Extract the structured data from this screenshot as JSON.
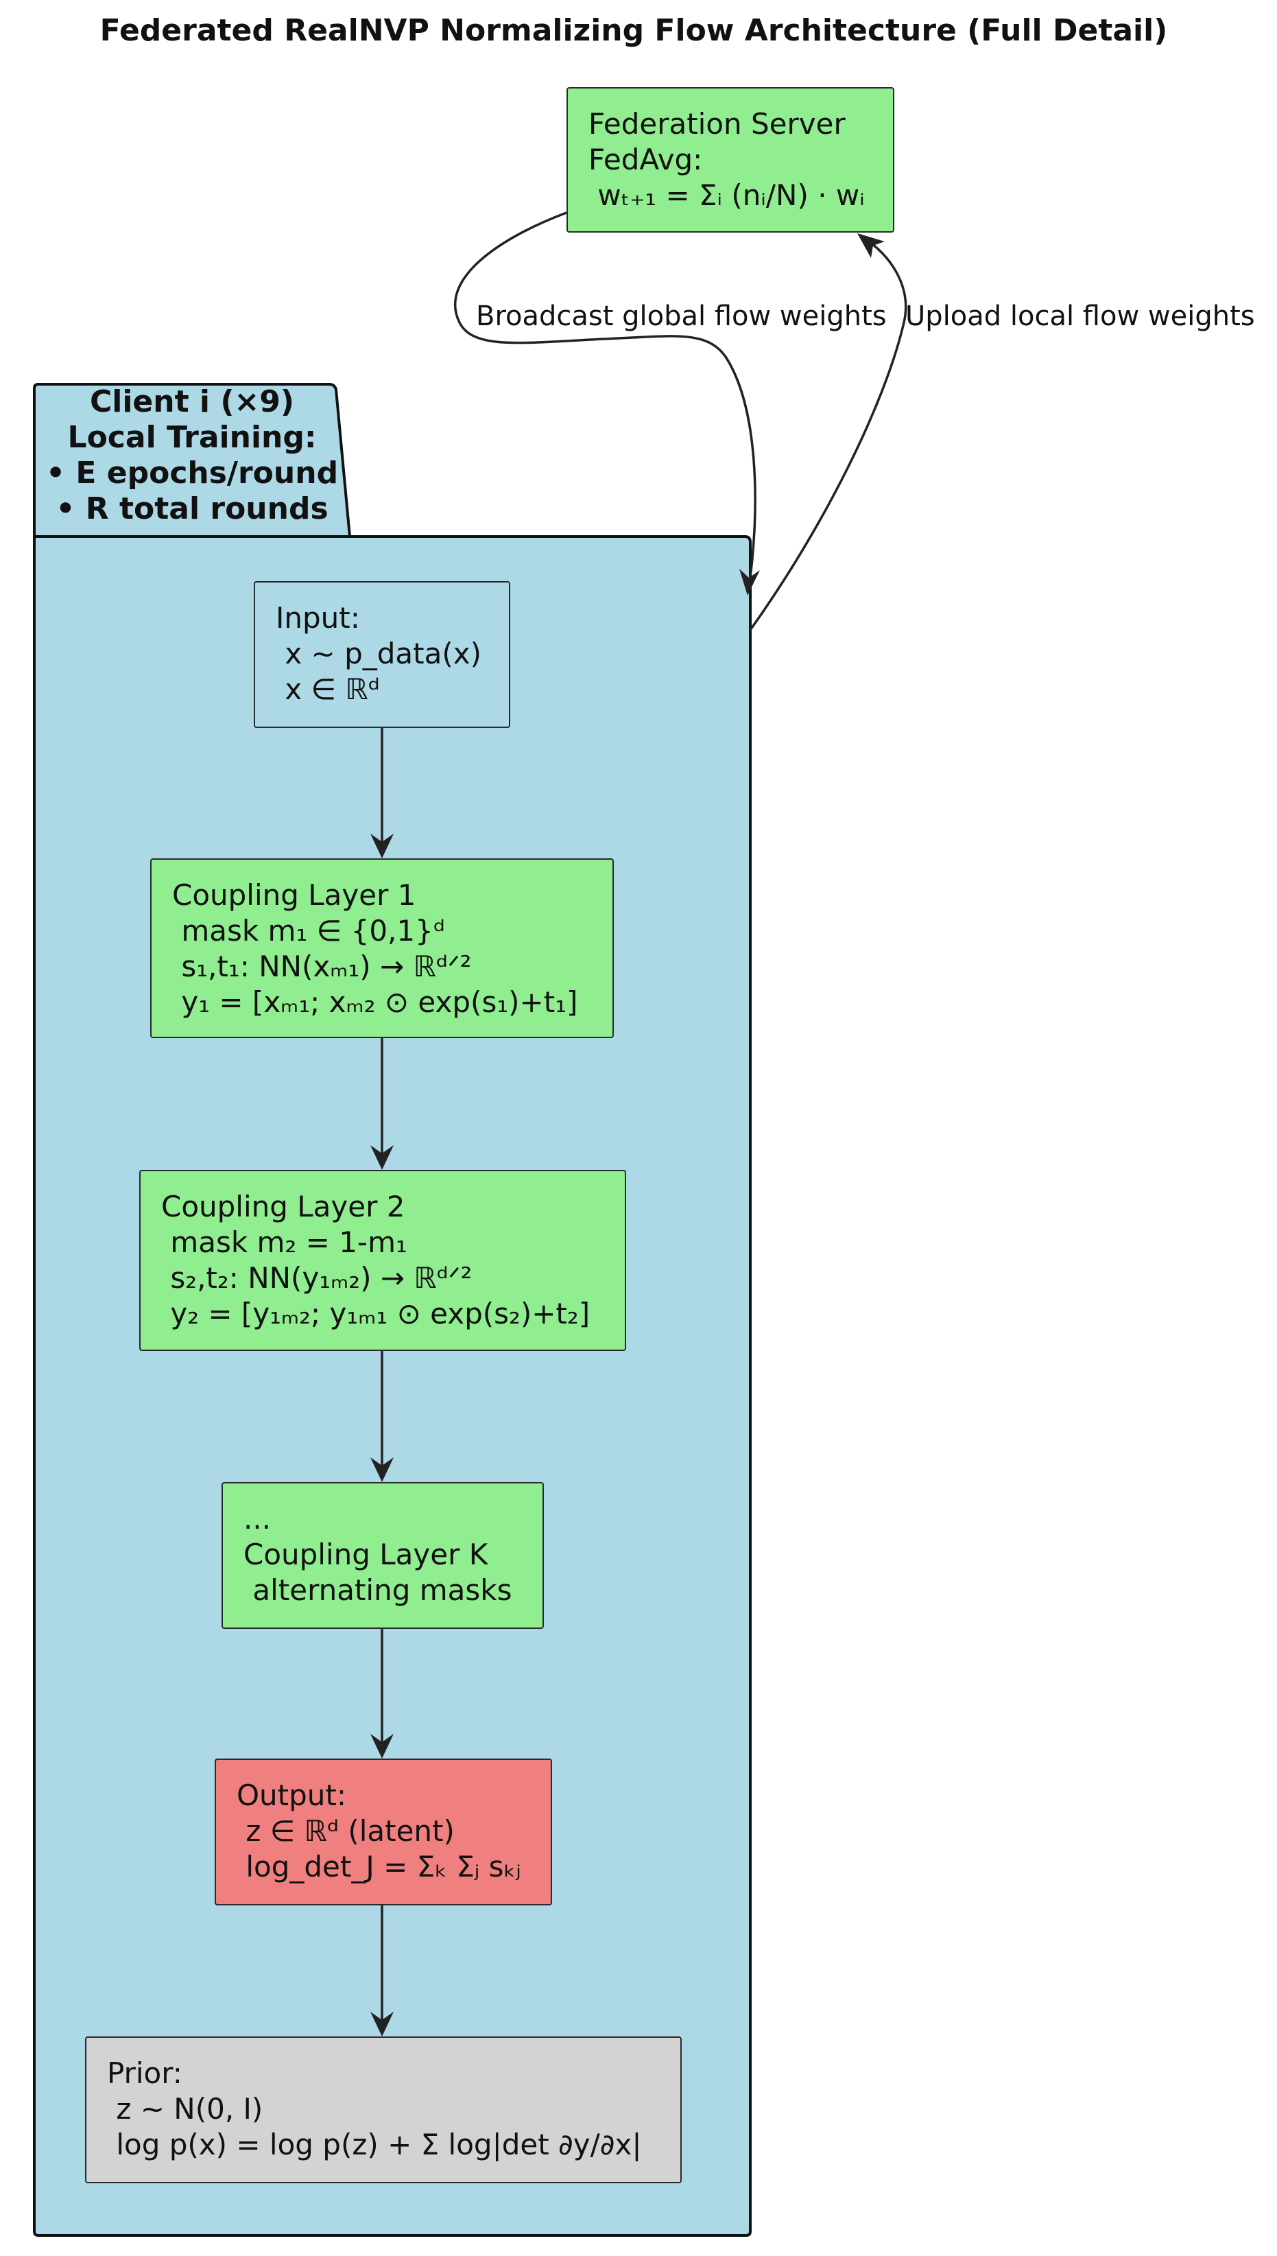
{
  "title": "Federated RealNVP Normalizing Flow Architecture (Full Detail)",
  "server": {
    "lines": [
      "Federation Server",
      "FedAvg:",
      " wₜ₊₁ = Σᵢ (nᵢ/N) · wᵢ"
    ]
  },
  "client": {
    "label_lines": [
      "Client i (×9)",
      "Local Training:",
      "• E epochs/round",
      "• R total rounds"
    ]
  },
  "nodes": {
    "input": {
      "lines": [
        "Input:",
        " x ~ p_data(x)",
        " x ∈ ℝᵈ"
      ]
    },
    "coupling1": {
      "lines": [
        "Coupling Layer 1",
        " mask m₁ ∈ {0,1}ᵈ",
        " s₁,t₁: NN(xₘ₁) → ℝᵈᐟ²",
        " y₁ = [xₘ₁; xₘ₂ ⊙ exp(s₁)+t₁]"
      ]
    },
    "coupling2": {
      "lines": [
        "Coupling Layer 2",
        " mask m₂ = 1-m₁",
        " s₂,t₂: NN(y₁ₘ₂) → ℝᵈᐟ²",
        " y₂ = [y₁ₘ₂; y₁ₘ₁ ⊙ exp(s₂)+t₂]"
      ]
    },
    "couplingK": {
      "lines": [
        "...",
        "Coupling Layer K",
        " alternating masks"
      ]
    },
    "output": {
      "lines": [
        "Output:",
        " z ∈ ℝᵈ (latent)",
        " log_det_J = Σₖ Σⱼ sₖⱼ"
      ]
    },
    "prior": {
      "lines": [
        "Prior:",
        " z ~ N(0, I)",
        " log p(x) = log p(z) + Σ log|det ∂y/∂x|"
      ]
    }
  },
  "edges": {
    "broadcast_label": "Broadcast global flow weights",
    "upload_label": "Upload local flow weights"
  },
  "colors": {
    "server": "#90ee90",
    "client_container": "#add8e6",
    "coupling": "#90ee90",
    "output": "#f08080",
    "prior": "#d3d3d3"
  }
}
